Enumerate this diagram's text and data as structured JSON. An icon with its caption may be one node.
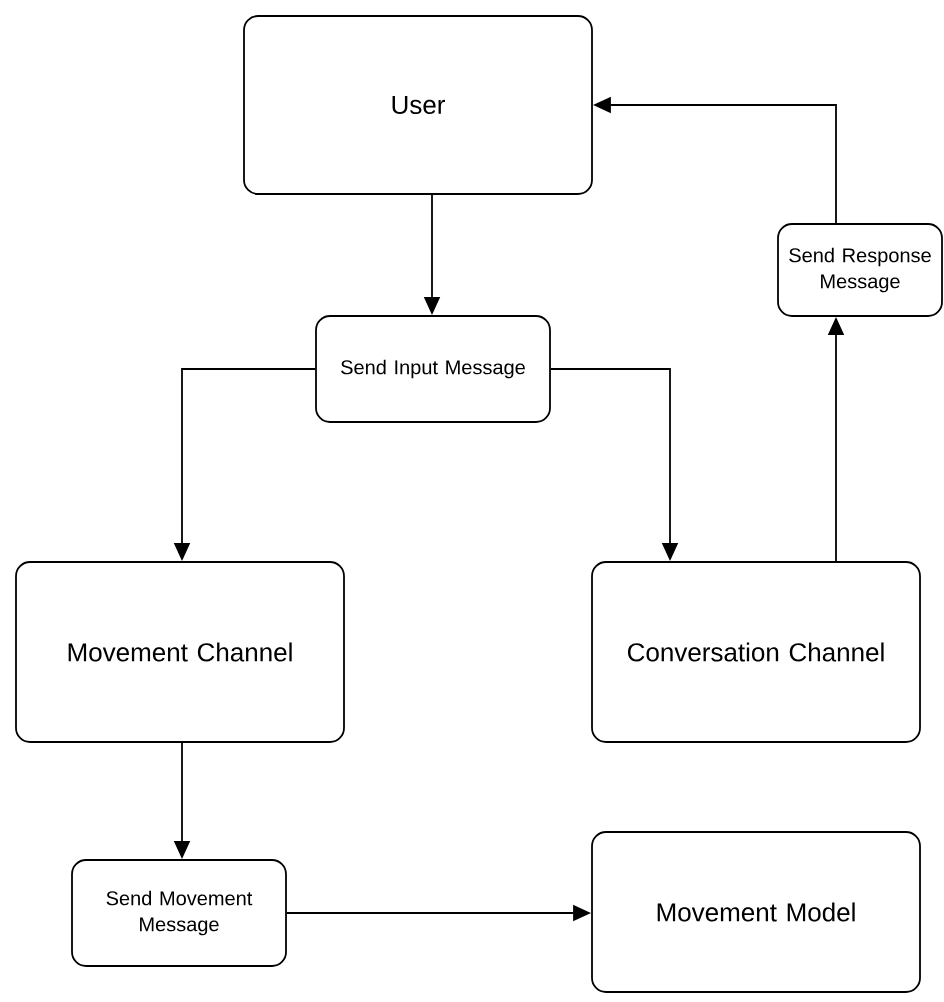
{
  "diagram": {
    "nodes": [
      {
        "text": [
          "User"
        ]
      },
      {
        "text": [
          "Send Input Message"
        ]
      },
      {
        "text": [
          "Send Response Message"
        ]
      },
      {
        "text": [
          "Movement Channel"
        ]
      },
      {
        "text": [
          "Conversation Channel"
        ]
      },
      {
        "text": [
          "Send Movement Message"
        ]
      },
      {
        "text": [
          "Movement Model"
        ]
      }
    ],
    "edges": [
      {
        "from": 0,
        "to": 1,
        "arrow": "to"
      },
      {
        "from": 1,
        "to": 3,
        "arrow": "to"
      },
      {
        "from": 1,
        "to": 4,
        "arrow": "to"
      },
      {
        "from": 4,
        "to": 2,
        "arrow": "to"
      },
      {
        "from": 2,
        "to": 0,
        "arrow": "to"
      },
      {
        "from": 3,
        "to": 5,
        "arrow": "to"
      },
      {
        "from": 5,
        "to": 6,
        "arrow": "to"
      }
    ]
  }
}
